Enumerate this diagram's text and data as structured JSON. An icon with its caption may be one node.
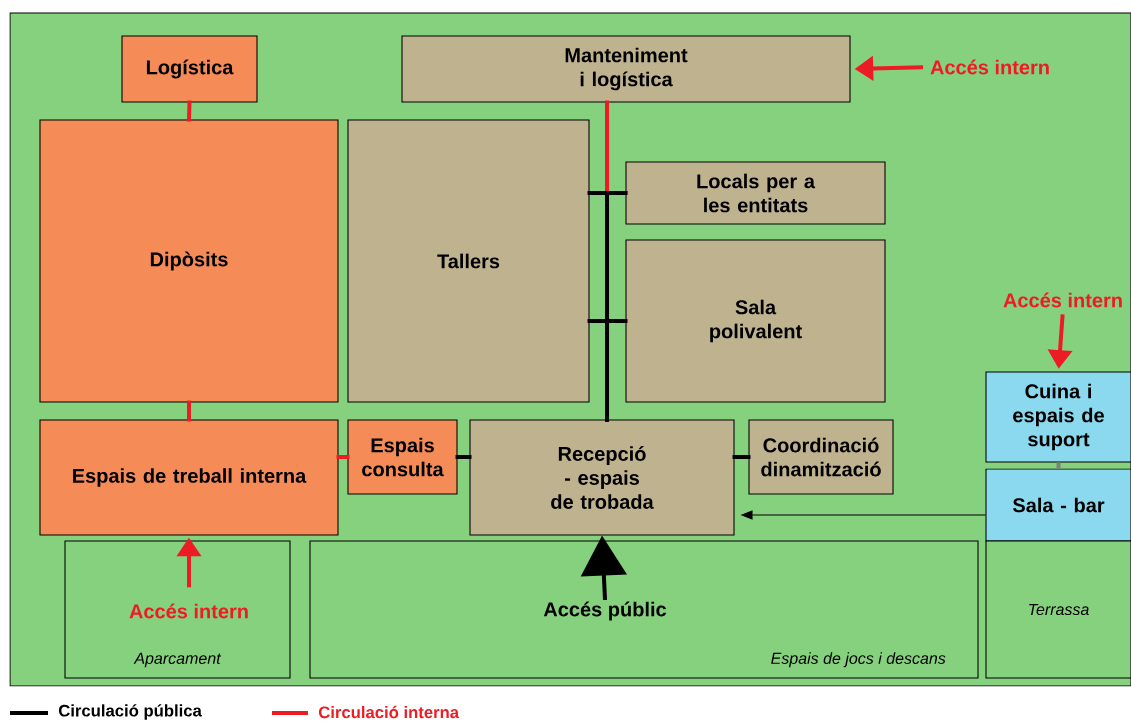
{
  "diagram": {
    "nodes": [
      {
        "text": [
          "Logística"
        ]
      },
      {
        "text": [
          "Manteniment i logística"
        ]
      },
      {
        "text": [
          "Dipòsits"
        ]
      },
      {
        "text": [
          "Tallers"
        ]
      },
      {
        "text": [
          "Locals per a les entitats"
        ]
      },
      {
        "text": [
          "Sala polivalent"
        ]
      },
      {
        "text": [
          "Cuina i espais de suport"
        ]
      },
      {
        "text": [
          "Espais de treball interna"
        ]
      },
      {
        "text": [
          "Espais consulta"
        ]
      },
      {
        "text": [
          "Recepció - espais de trobada"
        ]
      },
      {
        "text": [
          "Coordinació dinamització"
        ]
      },
      {
        "text": [
          "Sala - bar"
        ]
      },
      {
        "text": [
          "Aparcament"
        ]
      },
      {
        "text": [
          "Espais de jocs i descans"
        ]
      },
      {
        "text": [
          "Terrassa"
        ]
      },
      {
        "text": [
          "Accés intern"
        ]
      },
      {
        "text": [
          "Accés intern"
        ]
      },
      {
        "text": [
          "Accés intern"
        ],
        "in": 12
      },
      {
        "text": [
          "Accés públic"
        ],
        "in": 13
      }
    ],
    "edges": [
      {
        "from": 0,
        "to": 2,
        "arrow": "none",
        "color": "#ed1c24"
      },
      {
        "from": 2,
        "to": 7,
        "arrow": "none",
        "color": "#ed1c24"
      },
      {
        "from": 7,
        "to": 8,
        "arrow": "none",
        "color": "#ed1c24"
      },
      {
        "from": 1,
        "to": 4,
        "arrow": "none",
        "color": "#ed1c24"
      },
      {
        "from": 8,
        "to": 9,
        "arrow": "none",
        "color": "#000000"
      },
      {
        "from": 9,
        "to": 10,
        "arrow": "none",
        "color": "#000000"
      },
      {
        "from": 9,
        "to": 3,
        "arrow": "none",
        "color": "#000000"
      },
      {
        "from": 9,
        "to": 4,
        "arrow": "none",
        "color": "#000000"
      },
      {
        "from": 9,
        "to": 3,
        "arrow": "none",
        "color": "#000000"
      },
      {
        "from": 9,
        "to": 5,
        "arrow": "none",
        "color": "#000000"
      },
      {
        "from": 6,
        "to": 11,
        "arrow": "none",
        "color": "#808080"
      },
      {
        "from": 11,
        "to": 9,
        "arrow": "to",
        "color": "#000000"
      },
      {
        "from": 15,
        "to": 1,
        "arrow": "to",
        "color": "#ed1c24"
      },
      {
        "from": 16,
        "to": 6,
        "arrow": "to",
        "color": "#ed1c24"
      },
      {
        "from": 17,
        "to": 7,
        "arrow": "to",
        "color": "#ed1c24"
      },
      {
        "from": 18,
        "to": 9,
        "arrow": "to",
        "color": "#000000"
      }
    ],
    "legend": [
      {
        "text": "Circulació pública"
      },
      {
        "text": "Circulació interna"
      }
    ]
  }
}
